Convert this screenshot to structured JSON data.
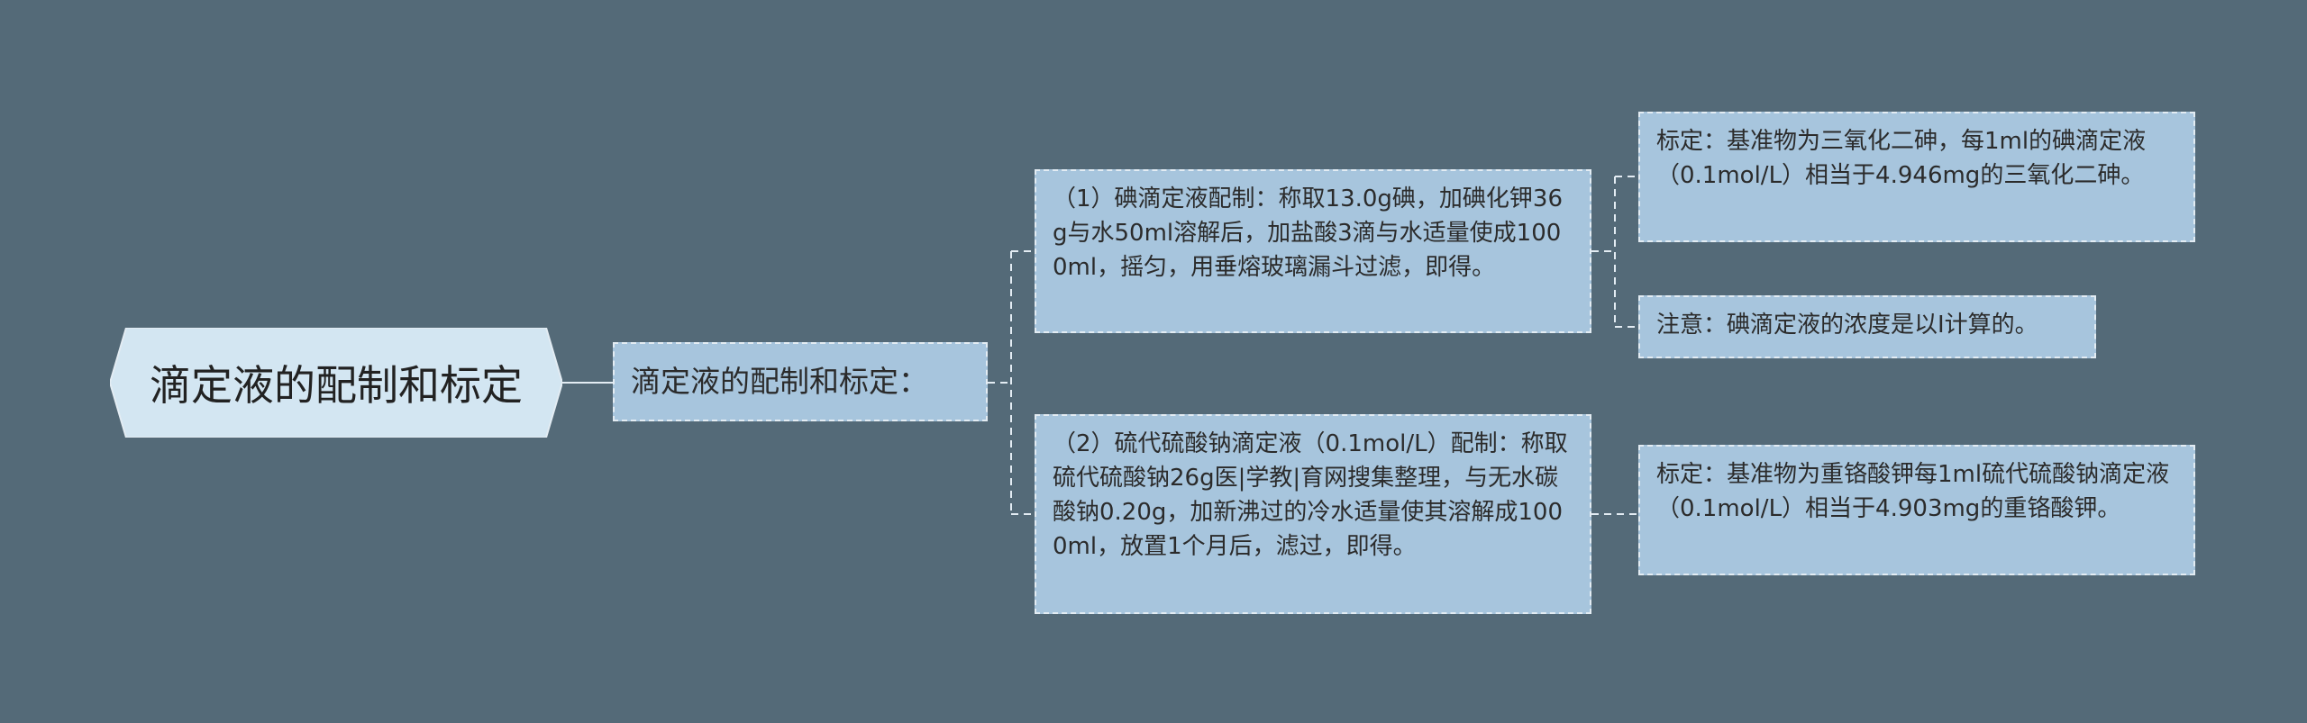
{
  "root": {
    "label": "滴定液的配制和标定"
  },
  "level1": {
    "label": "滴定液的配制和标定："
  },
  "branches": [
    {
      "label": "（1）碘滴定液配制：称取13.0g碘，加碘化钾36g与水50ml溶解后，加盐酸3滴与水适量使成1000ml，摇匀，用垂熔玻璃漏斗过滤，即得。",
      "children": [
        "标定：基准物为三氧化二砷，每1ml的碘滴定液（0.1mol/L）相当于4.946mg的三氧化二砷。",
        "注意：碘滴定液的浓度是以I计算的。"
      ]
    },
    {
      "label": "（2）硫代硫酸钠滴定液（0.1mol/L）配制：称取硫代硫酸钠26g医|学教|育网搜集整理，与无水碳酸钠0.20g，加新沸过的冷水适量使其溶解成1000ml，放置1个月后，滤过，即得。",
      "children": [
        "标定：基准物为重铬酸钾每1ml硫代硫酸钠滴定液（0.1mol/L）相当于4.903mg的重铬酸钾。"
      ]
    }
  ],
  "colors": {
    "background": "#546a78",
    "root_fill": "#d3e6f2",
    "node_fill": "#a7c5dd",
    "node_border": "#e3ecf3",
    "connector": "#e3ecf3"
  }
}
